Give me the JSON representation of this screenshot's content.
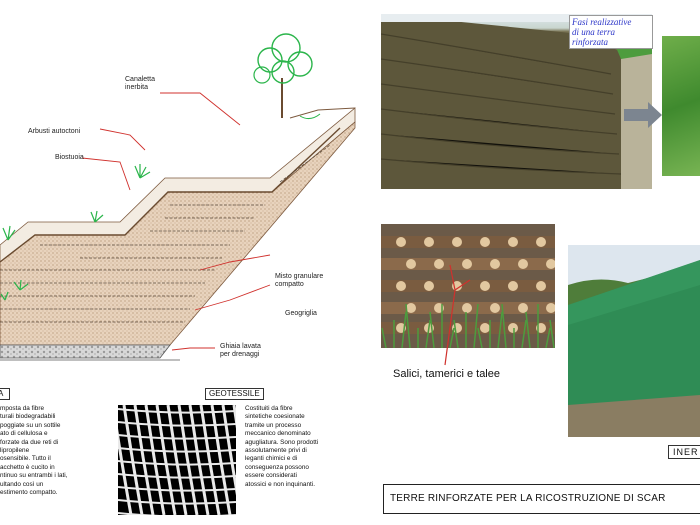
{
  "diagram": {
    "labels": {
      "canaletta": "Canaletta\ninerbita",
      "arbusti": "Arbusti autoctoni",
      "biostuoia": "Biostuoia",
      "misto": "Misto granulare\ncompatto",
      "geogriglia": "Geogriglia",
      "ghiaia": "Ghiaia lavata\nper drenaggi"
    }
  },
  "left_text": {
    "header": "A",
    "body": "mposta da fibre\nturali biodegradabili\npoggiate su un sottile\nato di cellulosa e\nforzate da due reti di\nlipropilene\nosensibile. Tutto il\nacchetto è cucito in\nntinuo su entrambi i lati,\nultando così un\nestimento compatto."
  },
  "geotessile": {
    "header": "GEOTESSILE",
    "body": "Costituiti da fibre\nsintetiche coesionate\ntramite un processo\nmeccanico denominato\nagugliatura. Sono prodotti\nassolutamente privi di\nleganti chimici e di\nconseguenza possono\nessere considerati\natossici e non inquinanti."
  },
  "photos": {
    "wall_caption": "Fasi realizzative\ndi una terra\nrinforzata",
    "salici_caption": "Salici, tamerici e talee",
    "inerbita_label": "INER"
  },
  "footer": {
    "title": "TERRE RINFORZATE PER LA RICOSTRUZIONE DI SCAR"
  },
  "colors": {
    "fill": "#e8d3bd",
    "stroke": "#7d5a3f",
    "leader": "#d0312d",
    "tree": "#2bb54b",
    "wall": "#6f6b4a",
    "grass": "#4d9c3e",
    "geo_green": "#2f8c55",
    "caption_blue": "#2b35c8"
  }
}
